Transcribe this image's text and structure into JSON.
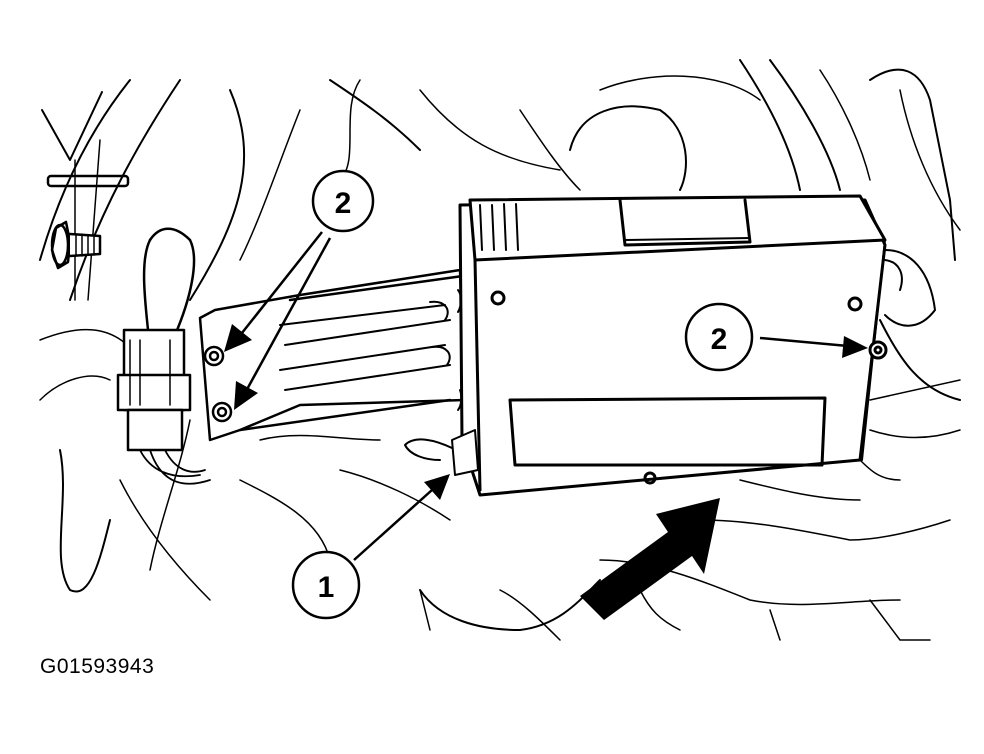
{
  "figure": {
    "id": "G01593943",
    "callouts": [
      {
        "key": "bracket-nut-upper-left",
        "label": "2"
      },
      {
        "key": "module-nut-right",
        "label": "2"
      },
      {
        "key": "module-connector",
        "label": "1"
      }
    ]
  },
  "colors": {
    "ink": "#000000",
    "background": "#ffffff"
  },
  "icons": [
    "nut-stud-icon",
    "direction-arrow-icon"
  ]
}
